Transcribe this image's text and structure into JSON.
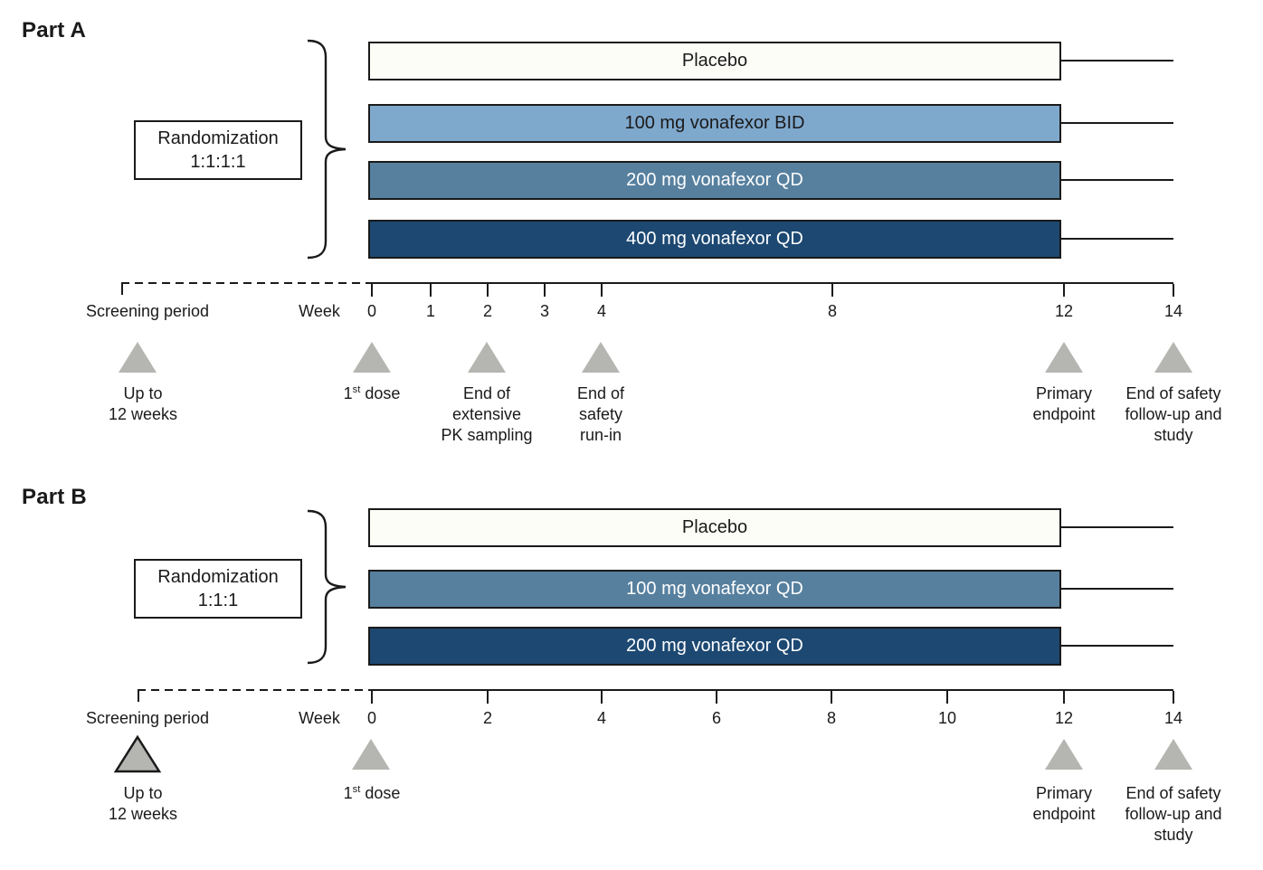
{
  "figure": {
    "colors": {
      "placebo_fill": "#FDFDF8",
      "light_blue": "#7FA8CD",
      "medium_blue": "#57809F",
      "dark_blue": "#1C4872",
      "bar_border": "#1A1A1A",
      "triangle_gray": "#B5B5B1",
      "axis": "#1A1A1A"
    },
    "parts": [
      {
        "title": "Part A",
        "randomization": {
          "line1": "Randomization",
          "line2": "1:1:1:1"
        },
        "arms": [
          {
            "label": "Placebo",
            "fill": "#FDFDF8",
            "text": "#1A1A1A"
          },
          {
            "label": "100 mg vonafexor BID",
            "fill": "#7FA8CD",
            "text": "#1A1A1A"
          },
          {
            "label": "200 mg vonafexor QD",
            "fill": "#57809F",
            "text": "#FFFFFF"
          },
          {
            "label": "400 mg vonafexor QD",
            "fill": "#1C4872",
            "text": "#FFFFFF"
          }
        ],
        "timeline": {
          "screening_label": "Screening period",
          "week_label": "Week",
          "ticks": [
            "0",
            "1",
            "2",
            "3",
            "4",
            "8",
            "12",
            "14"
          ]
        },
        "milestones": {
          "screening": [
            "Up to",
            "12 weeks"
          ],
          "first_dose": {
            "num": "1",
            "sup": "st",
            "rest": " dose"
          },
          "pk": [
            "End of",
            "extensive",
            "PK sampling"
          ],
          "safety_runin": [
            "End of",
            "safety",
            "run-in"
          ],
          "primary": [
            "Primary",
            "endpoint"
          ],
          "end_safety": [
            "End of safety",
            "follow-up and",
            "study"
          ]
        }
      },
      {
        "title": "Part B",
        "randomization": {
          "line1": "Randomization",
          "line2": "1:1:1"
        },
        "arms": [
          {
            "label": "Placebo",
            "fill": "#FDFDF8",
            "text": "#1A1A1A"
          },
          {
            "label": "100 mg vonafexor QD",
            "fill": "#57809F",
            "text": "#FFFFFF"
          },
          {
            "label": "200 mg vonafexor QD",
            "fill": "#1C4872",
            "text": "#FFFFFF"
          }
        ],
        "timeline": {
          "screening_label": "Screening period",
          "week_label": "Week",
          "ticks": [
            "0",
            "2",
            "4",
            "6",
            "8",
            "10",
            "12",
            "14"
          ]
        },
        "milestones": {
          "screening": [
            "Up to",
            "12 weeks"
          ],
          "first_dose": {
            "num": "1",
            "sup": "st",
            "rest": " dose"
          },
          "primary": [
            "Primary",
            "endpoint"
          ],
          "end_safety": [
            "End of safety",
            "follow-up and",
            "study"
          ]
        }
      }
    ]
  }
}
